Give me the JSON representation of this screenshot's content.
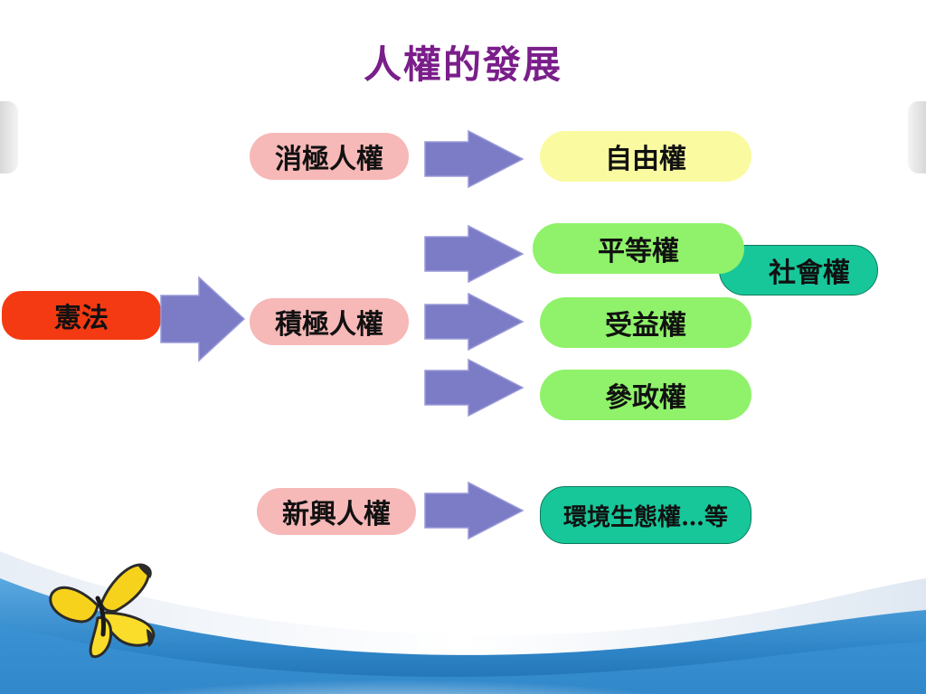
{
  "title": "人權的發展",
  "source": {
    "label": "憲法"
  },
  "categories": [
    {
      "label": "消極人權",
      "rights": [
        "自由權"
      ]
    },
    {
      "label": "積極人權",
      "rights": [
        "平等權",
        "受益權",
        "參政權"
      ],
      "note": "社會權"
    },
    {
      "label": "新興人權",
      "rights": [
        "環境生態權…等"
      ]
    }
  ],
  "colors": {
    "title": "#7a1e8a",
    "category_box": "#f7b8b8",
    "negative_right": "#fafaa0",
    "positive_right": "#8ff26a",
    "social_right": "#17c79a",
    "source_box": "#f43a12",
    "arrow": "#7b7bc6"
  },
  "decoration": {
    "butterfly": "butterfly-icon"
  }
}
